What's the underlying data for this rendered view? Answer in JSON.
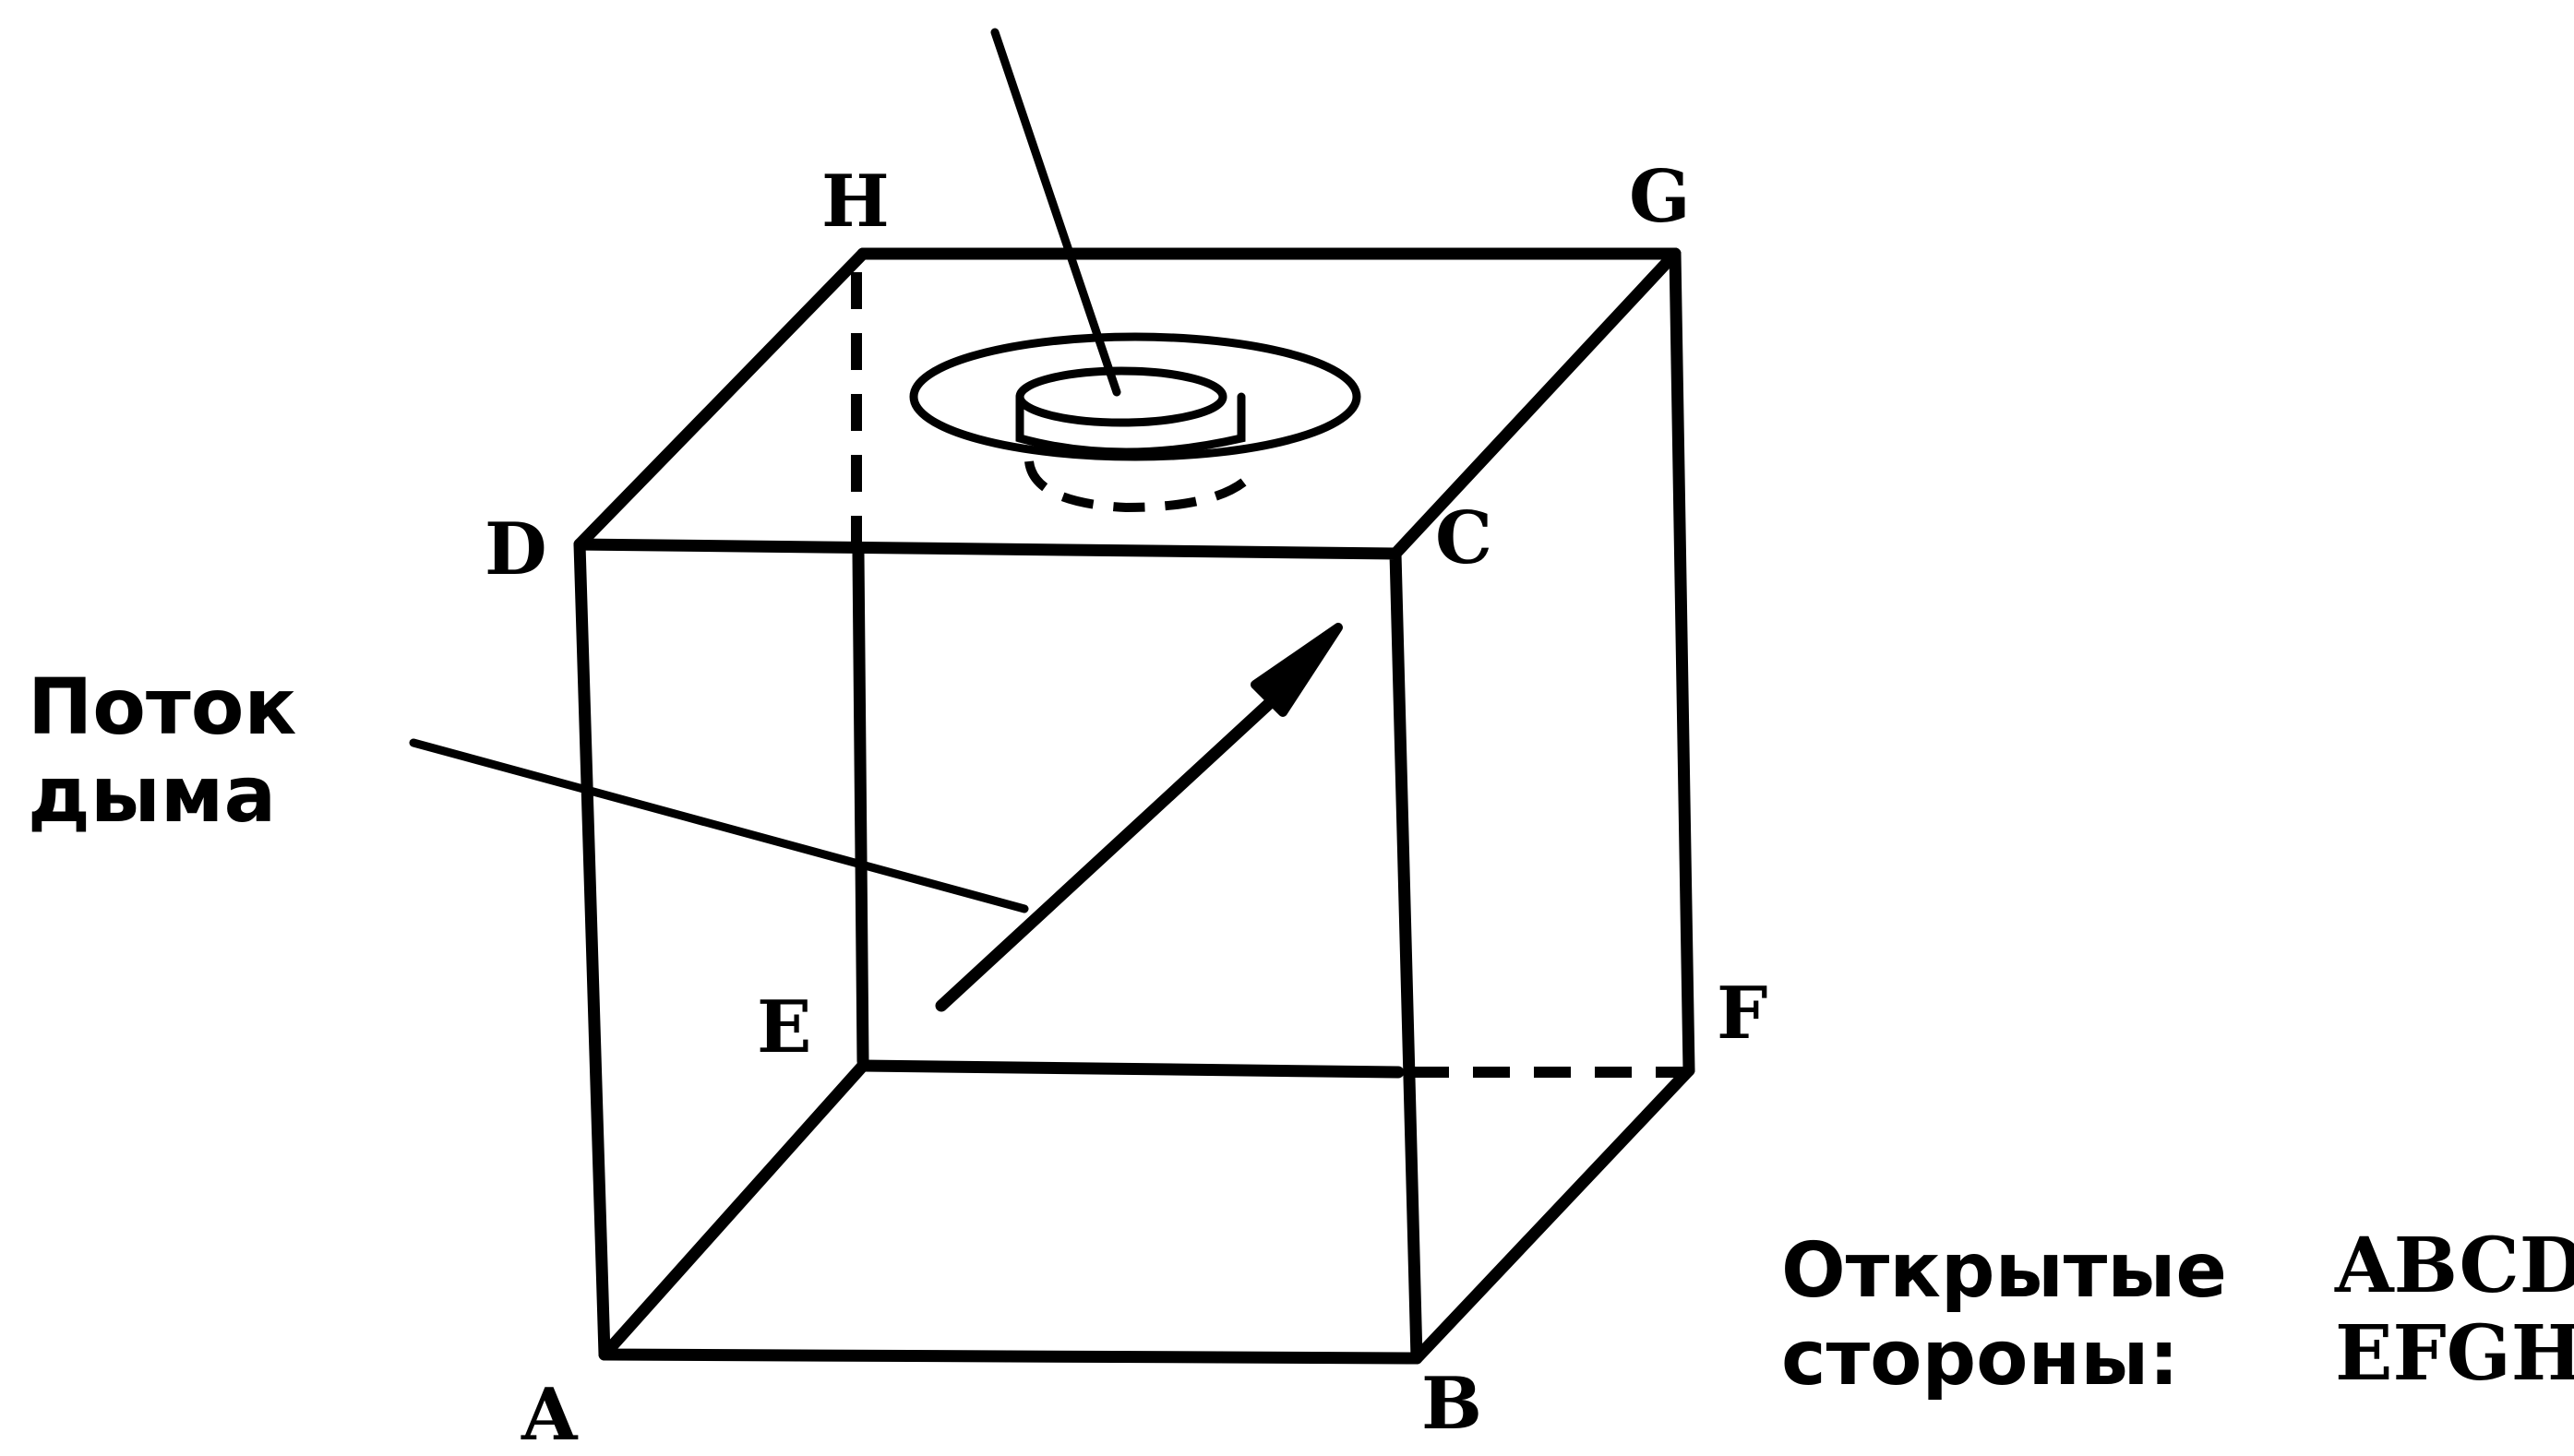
{
  "vertices": {
    "a": "A",
    "b": "B",
    "c": "C",
    "d": "D",
    "e": "E",
    "f": "F",
    "g": "G",
    "h": "H"
  },
  "smoke_label": {
    "line1": "Поток",
    "line2": "дыма"
  },
  "legend": {
    "label_line1": "Открытые",
    "label_line2": "стороны:",
    "value_line1": "ABCD",
    "value_line2": "EFGH"
  }
}
